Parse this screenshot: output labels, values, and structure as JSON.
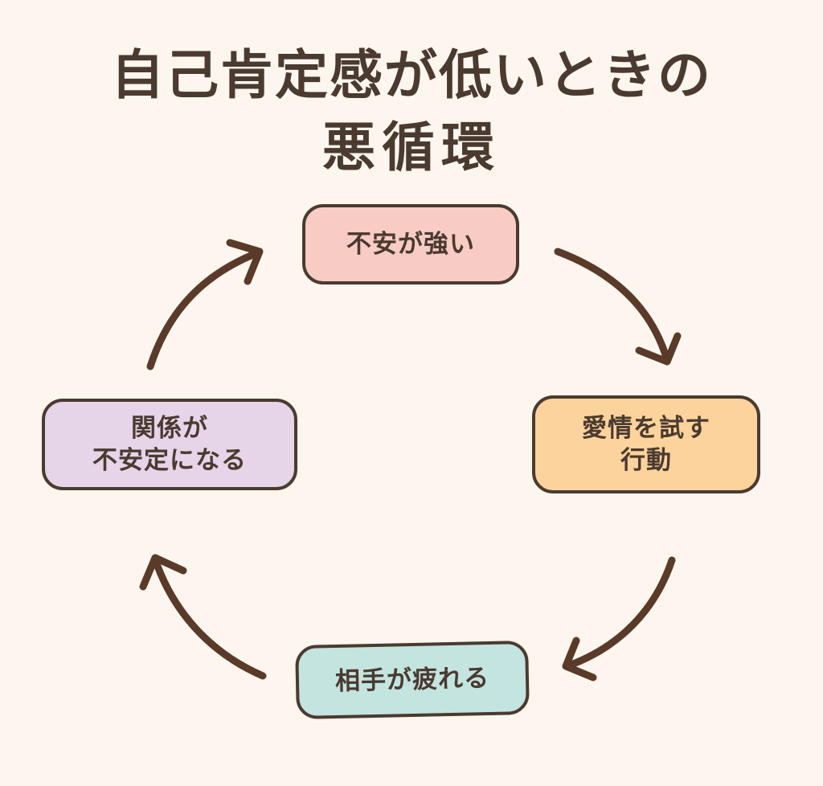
{
  "title": {
    "line1": "自己肯定感が低いときの",
    "line2": "悪循環"
  },
  "cycle": {
    "direction": "clockwise",
    "nodes": [
      {
        "id": "top",
        "lines": [
          "不安が強い"
        ],
        "color": "#f8ccc4"
      },
      {
        "id": "right",
        "lines": [
          "愛情を試す",
          "行動"
        ],
        "color": "#fcd39c"
      },
      {
        "id": "bottom",
        "lines": [
          "相手が疲れる"
        ],
        "color": "#c4e4e0"
      },
      {
        "id": "left",
        "lines": [
          "関係が",
          "不安定になる"
        ],
        "color": "#e6d4e8"
      }
    ],
    "arrows": [
      {
        "from": "top",
        "to": "right"
      },
      {
        "from": "right",
        "to": "bottom"
      },
      {
        "from": "bottom",
        "to": "left"
      },
      {
        "from": "left",
        "to": "top"
      }
    ]
  },
  "colors": {
    "background": "#fdf6ee",
    "text": "#4a3a30",
    "arrow": "#5a3a28"
  }
}
